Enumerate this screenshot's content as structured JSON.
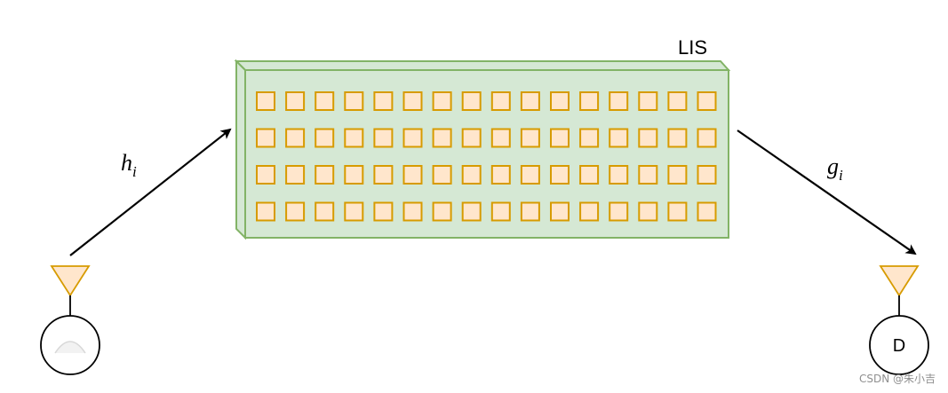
{
  "surface": {
    "label": "LIS",
    "rows": 4,
    "cols": 16,
    "front_color": "#d5e8d4",
    "edge_color": "#82b366",
    "element_fill": "#ffe6cc",
    "element_stroke": "#d79b00"
  },
  "channels": {
    "incident": {
      "base": "h",
      "subscript": "i"
    },
    "reflected": {
      "base": "g",
      "subscript": "i"
    }
  },
  "source_node": {
    "label": "",
    "antenna_fill": "#ffe6cc",
    "antenna_stroke": "#d79b00"
  },
  "destination_node": {
    "label": "D",
    "antenna_fill": "#ffe6cc",
    "antenna_stroke": "#d79b00"
  },
  "watermark": "CSDN @朱小吉"
}
